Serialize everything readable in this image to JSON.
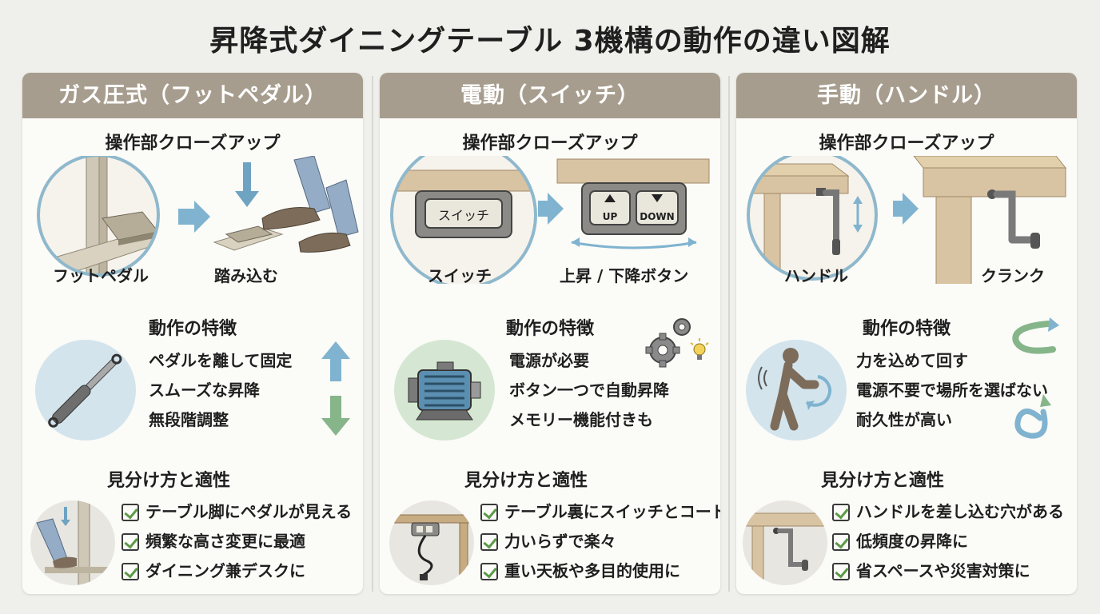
{
  "title": "昇降式ダイニングテーブル 3機構の動作の違い図解",
  "panels": [
    {
      "header": "ガス圧式（フットペダル）",
      "closeup_title": "操作部クローズアップ",
      "closeup_labels": [
        "フットペダル",
        "踏み込む"
      ],
      "features_title": "動作の特徴",
      "features": [
        "ペダルを離して固定",
        "スムーズな昇降",
        "無段階調整"
      ],
      "suitability_title": "見分け方と適性",
      "checks": [
        "テーブル脚にペダルが見える",
        "頻繁な高さ変更に最適",
        "ダイニング兼デスクに"
      ]
    },
    {
      "header": "電動（スイッチ）",
      "closeup_title": "操作部クローズアップ",
      "closeup_labels": [
        "スイッチ",
        "上昇 / 下降ボタン"
      ],
      "switch_text": "スイッチ",
      "button_up": "UP",
      "button_down": "DOWN",
      "features_title": "動作の特徴",
      "features": [
        "電源が必要",
        "ボタン一つで自動昇降",
        "メモリー機能付きも"
      ],
      "suitability_title": "見分け方と適性",
      "checks": [
        "テーブル裏にスイッチとコード",
        "力いらずで楽々",
        "重い天板や多目的使用に"
      ]
    },
    {
      "header": "手動（ハンドル）",
      "closeup_title": "操作部クローズアップ",
      "closeup_labels": [
        "ハンドル",
        "クランク"
      ],
      "features_title": "動作の特徴",
      "features": [
        "力を込めて回す",
        "電源不要で場所を選ばない",
        "耐久性が高い"
      ],
      "suitability_title": "見分け方と適性",
      "checks": [
        "ハンドルを差し込む穴がある",
        "低頻度の昇降に",
        "省スペースや災害対策に"
      ]
    }
  ],
  "colors": {
    "header_bg": "#a79d8e",
    "accent_blue": "#7fb3cf",
    "accent_green": "#86b58a",
    "check_green": "#5c9a48"
  }
}
